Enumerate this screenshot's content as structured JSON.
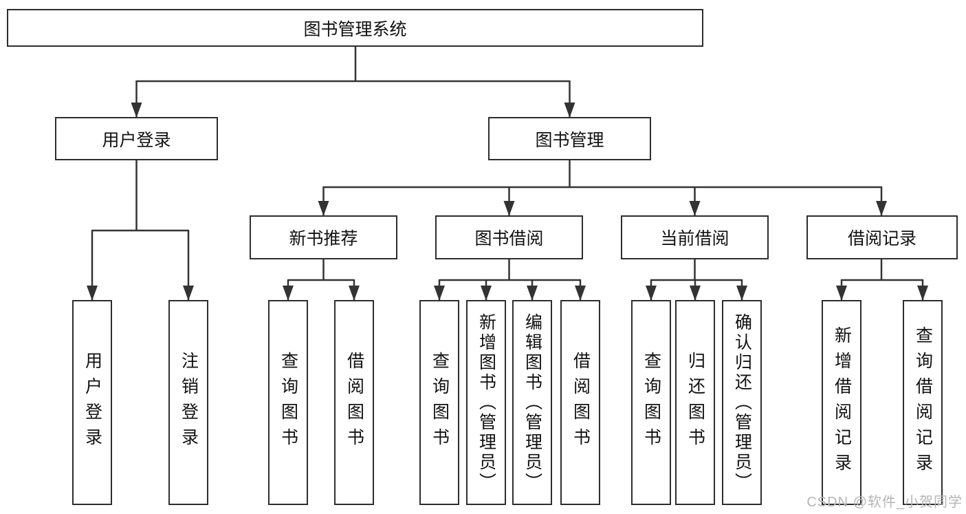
{
  "colors": {
    "line": "#333333",
    "node-border": "#2d2d2d",
    "node-text": "#111111",
    "watermark": "#b5b5b5",
    "background": "#ffffff"
  },
  "title": {
    "label": "图书管理系统"
  },
  "level2": {
    "user_login": {
      "label": "用户登录"
    },
    "book_mgmt": {
      "label": "图书管理"
    }
  },
  "user_login_leaves": [
    "用户登录",
    "注销登录"
  ],
  "branches": [
    {
      "label": "新书推荐",
      "leaves": [
        "查询图书",
        "借阅图书"
      ]
    },
    {
      "label": "图书借阅",
      "leaves": [
        "查询图书",
        "新增图书（管理员）",
        "编辑图书（管理员）",
        "借阅图书"
      ]
    },
    {
      "label": "当前借阅",
      "leaves": [
        "查询图书",
        "归还图书",
        "确认归还（管理员）"
      ]
    },
    {
      "label": "借阅记录",
      "leaves": [
        "新增借阅记录",
        "查询借阅记录"
      ]
    }
  ],
  "watermark": {
    "text": "CSDN @软件_小贺同学"
  }
}
